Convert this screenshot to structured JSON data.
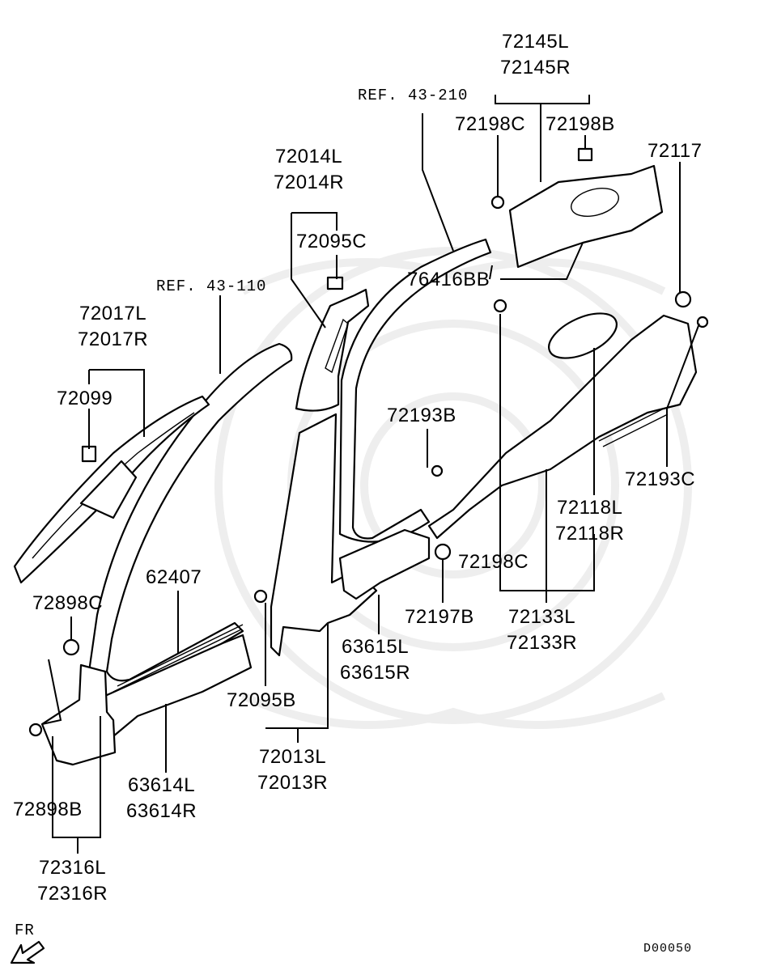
{
  "diagram": {
    "references": [
      "REF. 43-210",
      "REF. 43-110"
    ],
    "callouts": [
      {
        "id": "72145",
        "lines": [
          "72145L",
          "72145R"
        ]
      },
      {
        "id": "72198C_top",
        "lines": [
          "72198C"
        ]
      },
      {
        "id": "72198B",
        "lines": [
          "72198B"
        ]
      },
      {
        "id": "72117",
        "lines": [
          "72117"
        ]
      },
      {
        "id": "72014",
        "lines": [
          "72014L",
          "72014R"
        ]
      },
      {
        "id": "72095C",
        "lines": [
          "72095C"
        ]
      },
      {
        "id": "76416BB",
        "lines": [
          "76416BB"
        ]
      },
      {
        "id": "72017",
        "lines": [
          "72017L",
          "72017R"
        ]
      },
      {
        "id": "72099",
        "lines": [
          "72099"
        ]
      },
      {
        "id": "72193B",
        "lines": [
          "72193B"
        ]
      },
      {
        "id": "72193C",
        "lines": [
          "72193C"
        ]
      },
      {
        "id": "72118",
        "lines": [
          "72118L",
          "72118R"
        ]
      },
      {
        "id": "72198C_mid",
        "lines": [
          "72198C"
        ]
      },
      {
        "id": "62407",
        "lines": [
          "62407"
        ]
      },
      {
        "id": "72898C",
        "lines": [
          "72898C"
        ]
      },
      {
        "id": "72197B",
        "lines": [
          "72197B"
        ]
      },
      {
        "id": "72133",
        "lines": [
          "72133L",
          "72133R"
        ]
      },
      {
        "id": "63615",
        "lines": [
          "63615L",
          "63615R"
        ]
      },
      {
        "id": "72095B",
        "lines": [
          "72095B"
        ]
      },
      {
        "id": "72013",
        "lines": [
          "72013L",
          "72013R"
        ]
      },
      {
        "id": "63614",
        "lines": [
          "63614L",
          "63614R"
        ]
      },
      {
        "id": "72898B",
        "lines": [
          "72898B"
        ]
      },
      {
        "id": "72316",
        "lines": [
          "72316L",
          "72316R"
        ]
      }
    ],
    "direction_label": "FR",
    "drawing_code": "D00050"
  }
}
